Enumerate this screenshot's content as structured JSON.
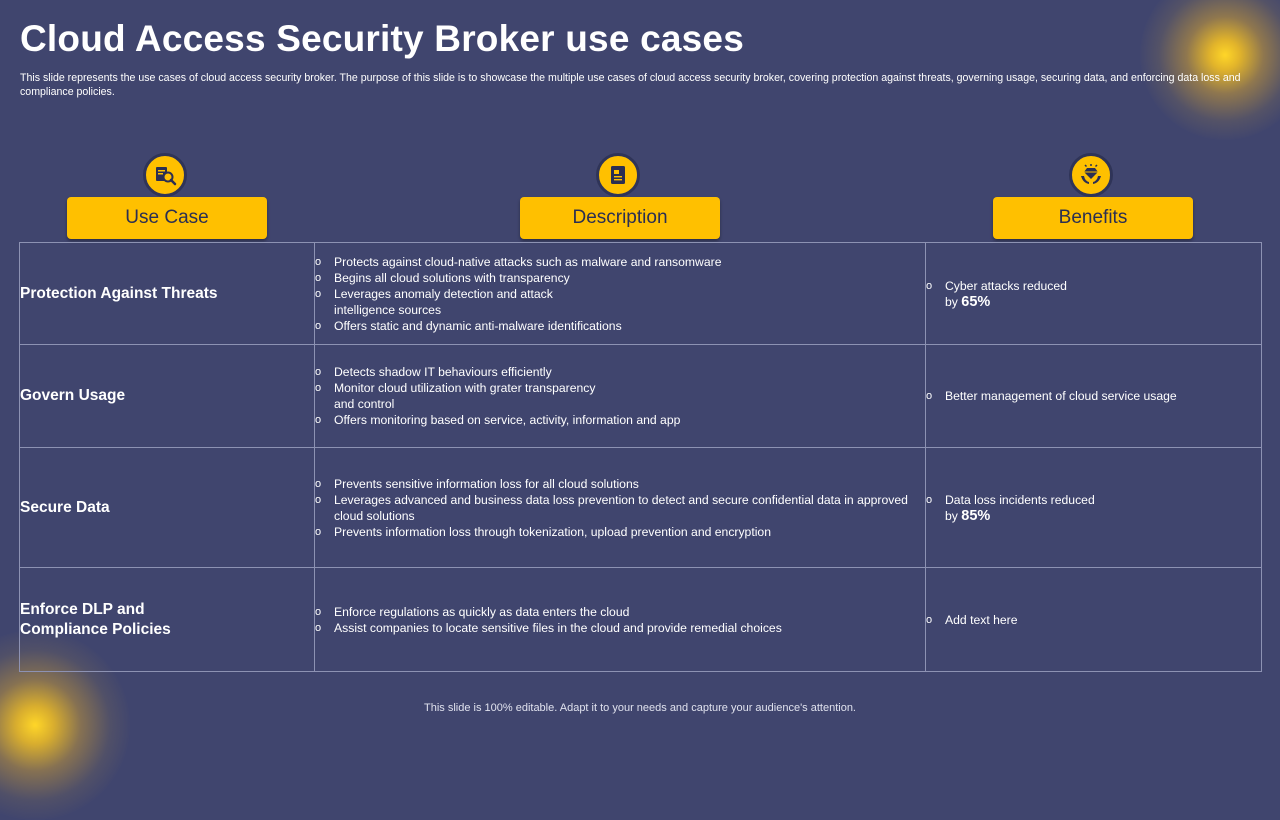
{
  "slide": {
    "title": "Cloud Access Security Broker use cases",
    "subtitle": "This slide represents the use cases of cloud access security broker. The purpose of this slide is to showcase the multiple use cases of cloud access security broker, covering protection against threats, governing usage, securing data, and enforcing data loss and compliance policies.",
    "footer": "This slide is 100% editable. Adapt it to your needs and capture your audience's attention."
  },
  "columns": [
    {
      "label": "Use Case",
      "icon": "search-analysis-icon"
    },
    {
      "label": "Description",
      "icon": "document-icon"
    },
    {
      "label": "Benefits",
      "icon": "diamond-hands-icon"
    }
  ],
  "rows": [
    {
      "use_case": "Protection Against Threats",
      "description": [
        "Protects against cloud-native  attacks such as malware  and ransomware",
        "Begins all cloud solutions with transparency",
        "Leverages  anomaly detection and attack",
        "Offers static and dynamic anti-malware  identifications"
      ],
      "description_cont": "intelligence sources",
      "benefit_text": "Cyber attacks reduced",
      "benefit_by": "by",
      "benefit_value": "65%"
    },
    {
      "use_case": "Govern Usage",
      "description": [
        "Detects shadow IT behaviours  efficiently",
        "Monitor cloud utilization with grater transparency",
        "Offers  monitoring based on service,  activity, information  and app"
      ],
      "description_cont": "and control",
      "benefit_text": "Better management  of cloud service usage"
    },
    {
      "use_case": "Secure Data",
      "description": [
        "Prevents  sensitive information  loss for all cloud solutions",
        "Leverages  advanced  and business data loss prevention  to detect and secure confidential data in approved  cloud solutions",
        "Prevents  information  loss through tokenization, upload prevention  and encryption"
      ],
      "benefit_text": "Data loss incidents reduced",
      "benefit_by": "by",
      "benefit_value": "85%"
    },
    {
      "use_case_line1": "Enforce DLP and",
      "use_case_line2": "Compliance Policies",
      "description": [
        "Enforce regulations  as quickly as data enters the cloud",
        "Assist companies to locate sensitive files in the cloud and provide  remedial choices"
      ],
      "benefit_text": "Add text here"
    }
  ],
  "colors": {
    "background": "#40456e",
    "accent": "#ffc000",
    "border": "#8d92b3",
    "pill_text": "#2b2f52"
  }
}
